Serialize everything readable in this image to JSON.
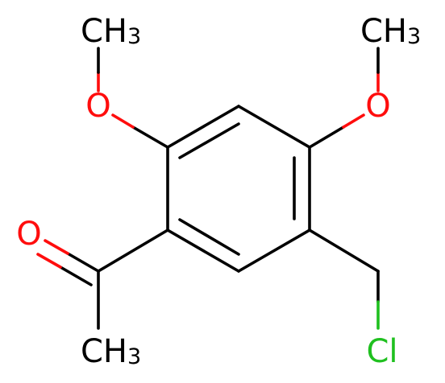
{
  "molecule": {
    "colors": {
      "carbon": "#000000",
      "oxygen": "#ff0d0d",
      "chlorine": "#1fc01f",
      "background": "#ffffff"
    },
    "atom_labels": {
      "methoxy_left_o": "O",
      "methoxy_right_o": "O",
      "carbonyl_o": "O",
      "chlorine": "Cl"
    },
    "methyl_groups": {
      "top_left": {
        "main": "CH",
        "sub": "3"
      },
      "top_right": {
        "main": "CH",
        "sub": "3"
      },
      "bottom_left": {
        "main": "CH",
        "sub": "3"
      }
    }
  }
}
